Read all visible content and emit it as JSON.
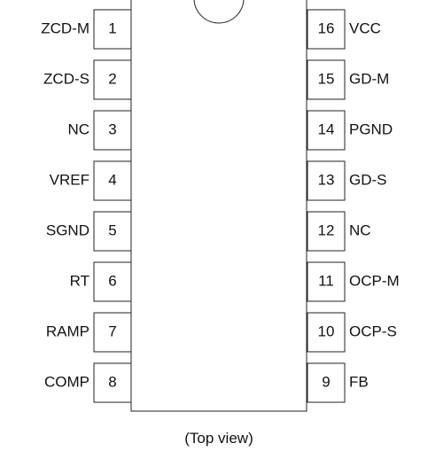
{
  "caption": "(Top view)",
  "pins_left": [
    {
      "number": "1",
      "name": "ZCD-M"
    },
    {
      "number": "2",
      "name": "ZCD-S"
    },
    {
      "number": "3",
      "name": "NC"
    },
    {
      "number": "4",
      "name": "VREF"
    },
    {
      "number": "5",
      "name": "SGND"
    },
    {
      "number": "6",
      "name": "RT"
    },
    {
      "number": "7",
      "name": "RAMP"
    },
    {
      "number": "8",
      "name": "COMP"
    }
  ],
  "pins_right": [
    {
      "number": "16",
      "name": "VCC"
    },
    {
      "number": "15",
      "name": "GD-M"
    },
    {
      "number": "14",
      "name": "PGND"
    },
    {
      "number": "13",
      "name": "GD-S"
    },
    {
      "number": "12",
      "name": "NC"
    },
    {
      "number": "11",
      "name": "OCP-M"
    },
    {
      "number": "10",
      "name": "OCP-S"
    },
    {
      "number": "9",
      "name": "FB"
    }
  ]
}
